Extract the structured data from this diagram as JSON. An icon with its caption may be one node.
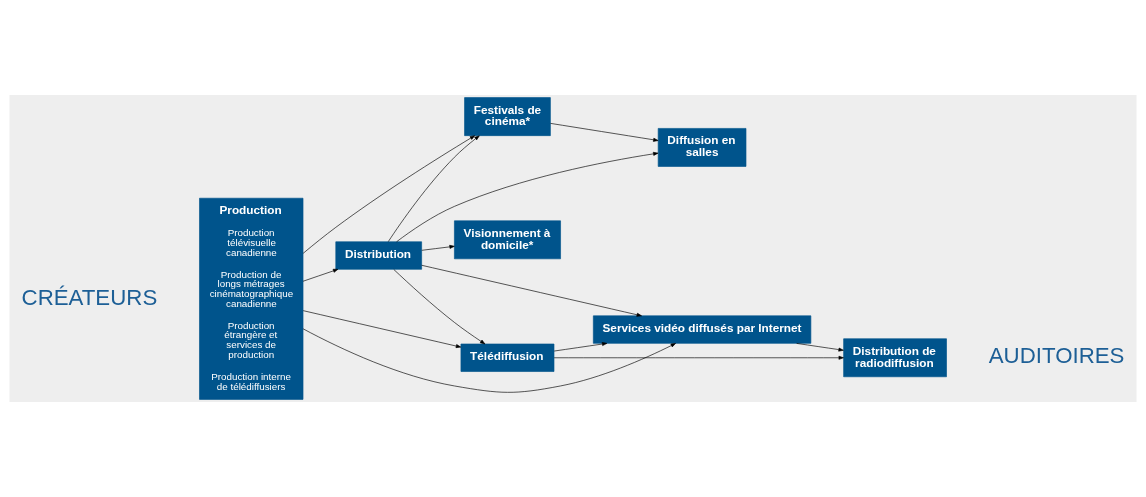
{
  "diagram": {
    "nodes": [
      {
        "text": [
          "Production",
          "Production télévisuelle canadienne",
          "Production de longs métrages cinématographique canadienne",
          "Production étrangère et services de production",
          "Production interne de télédiffusiers"
        ]
      },
      {
        "text": [
          "Distribution"
        ]
      },
      {
        "text": [
          "Festivals de cinéma*"
        ]
      },
      {
        "text": [
          "Télédiffusion"
        ]
      },
      {
        "text": [
          "Diffusion en salles"
        ]
      },
      {
        "text": [
          "Visionnement à domicile*"
        ]
      },
      {
        "text": [
          "Distribution de radiodiffusion"
        ]
      },
      {
        "text": [
          "Services vidéo diffusés par Internet"
        ]
      }
    ],
    "edges": [
      {
        "from": 0,
        "to": 2,
        "arrow": "to"
      },
      {
        "from": 0,
        "to": 1,
        "arrow": "to"
      },
      {
        "from": 0,
        "to": 3,
        "arrow": "to"
      },
      {
        "from": 0,
        "to": 7,
        "arrow": "to"
      },
      {
        "from": 1,
        "to": 2,
        "arrow": "to"
      },
      {
        "from": 1,
        "to": 4,
        "arrow": "to"
      },
      {
        "from": 1,
        "to": 5,
        "arrow": "to"
      },
      {
        "from": 1,
        "to": 3,
        "arrow": "to"
      },
      {
        "from": 1,
        "to": 7,
        "arrow": "to"
      },
      {
        "from": 2,
        "to": 4,
        "arrow": "to"
      },
      {
        "from": 3,
        "to": 6,
        "arrow": "to"
      },
      {
        "from": 3,
        "to": 7,
        "arrow": "to"
      },
      {
        "from": 7,
        "to": 6,
        "arrow": "to"
      }
    ],
    "labels": [
      "CRÉATEURS",
      "AUDITOIRES"
    ]
  }
}
